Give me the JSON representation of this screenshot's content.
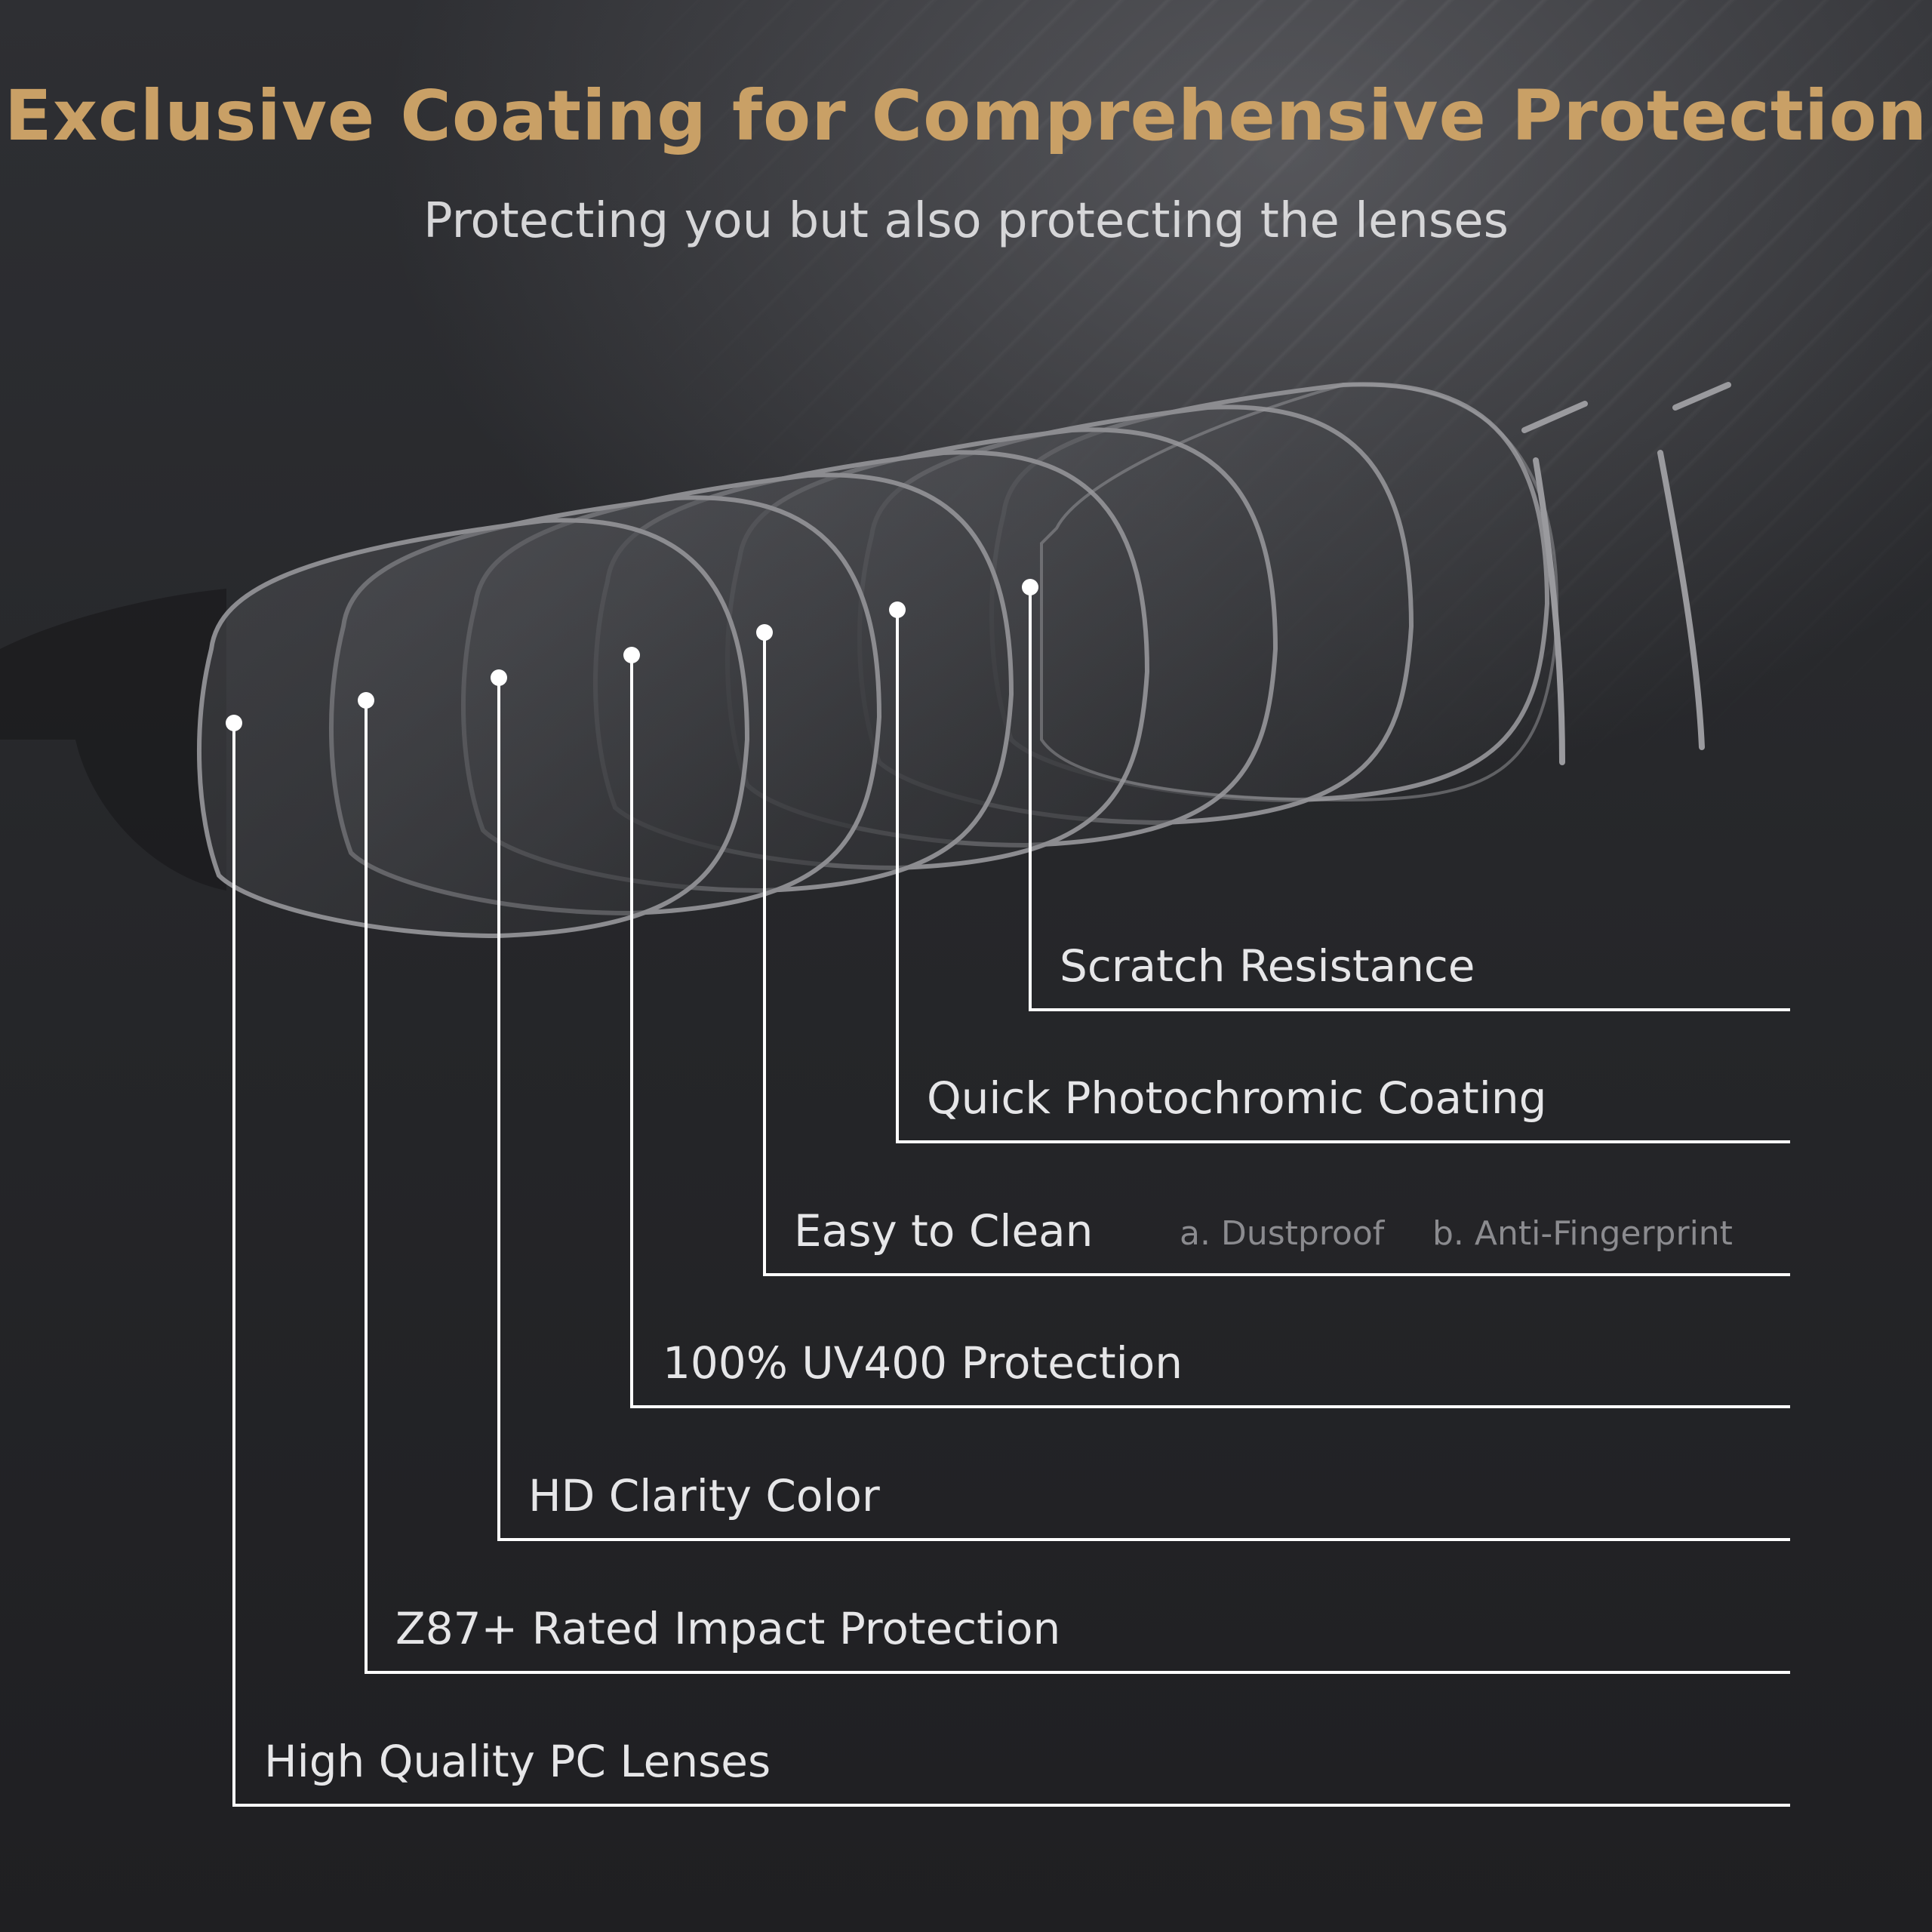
{
  "header": {
    "title": "Exclusive Coating for Comprehensive Protection",
    "subtitle": "Protecting you but also protecting the lenses"
  },
  "features": [
    {
      "label": "Scratch Resistance"
    },
    {
      "label": "Quick Photochromic Coating"
    },
    {
      "label": "Easy to Clean",
      "details": [
        "a. Dustproof",
        "b. Anti-Fingerprint"
      ]
    },
    {
      "label": "100% UV400 Protection"
    },
    {
      "label": "HD Clarity Color"
    },
    {
      "label": "Z87+ Rated Impact Protection"
    },
    {
      "label": "High Quality PC Lenses"
    }
  ],
  "colors": {
    "title": "#c9a066",
    "subtitle": "#d6d6d8",
    "label": "#e6e6e8",
    "detail": "#8b8b8f",
    "leader_line": "#ffffff",
    "background": "#202023"
  }
}
